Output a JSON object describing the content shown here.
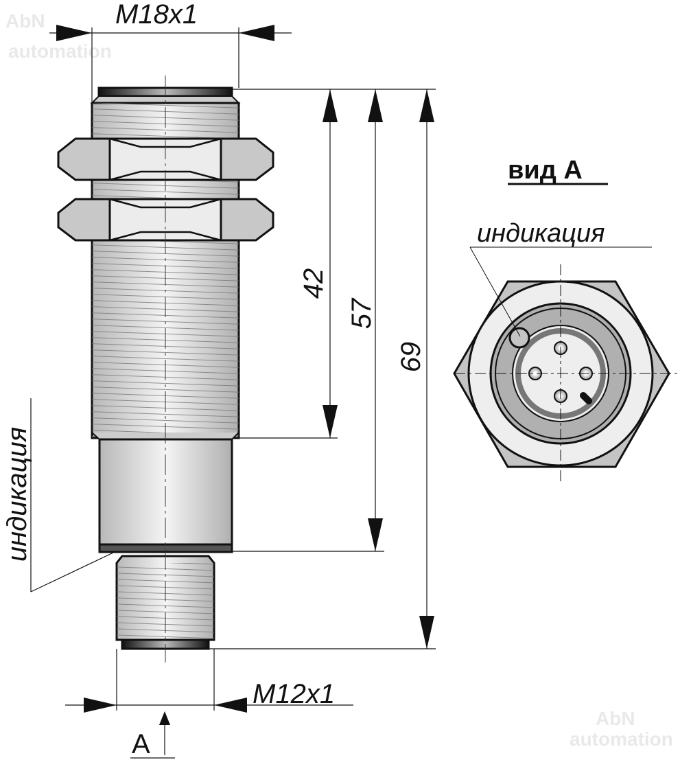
{
  "watermark": {
    "brand": "AbN",
    "sub": "automation"
  },
  "dimensions": {
    "thread_top": "M18x1",
    "thread_bottom": "M12x1",
    "length_thread": "42",
    "length_body": "57",
    "length_total": "69"
  },
  "view": {
    "title": "вид А",
    "arrow_label": "А"
  },
  "labels": {
    "indication_side": "индикация",
    "indication_view": "индикация"
  },
  "colors": {
    "metal_light": "#e6e6e6",
    "metal_mid": "#c4c4c4",
    "metal_dark": "#9a9a9a",
    "line": "#111111"
  }
}
